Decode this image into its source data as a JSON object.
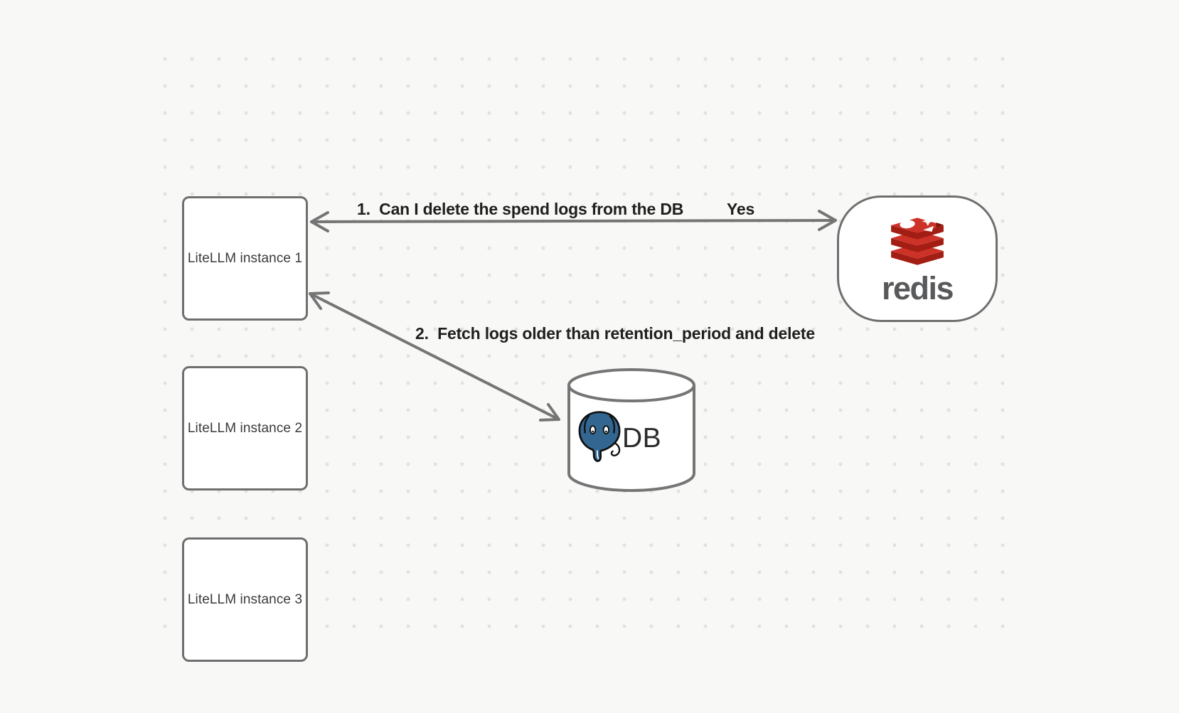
{
  "canvas": {
    "background_color": "#f8f8f6",
    "dot_color": "#e2e2e0"
  },
  "nodes": {
    "instances": [
      {
        "label": "LiteLLM instance 1"
      },
      {
        "label": "LiteLLM instance 2"
      },
      {
        "label": "LiteLLM instance 3"
      }
    ],
    "redis": {
      "wordmark": "redis"
    },
    "db": {
      "label": "DB"
    }
  },
  "edges": {
    "redis_edge": {
      "from": "LiteLLM instance 1",
      "to": "redis",
      "label": "1.  Can I delete the spend logs from the DB",
      "response": "Yes"
    },
    "db_edge": {
      "from": "LiteLLM instance 1",
      "to": "DB",
      "label": "2.  Fetch logs older than retention_period and delete"
    }
  },
  "colors": {
    "connector_gray": "#757575",
    "node_border_gray": "#6f6f6f",
    "edge_label_text": "#1f1f1f",
    "node_label_text": "#3a3a3a",
    "redis_red": "#cd3228",
    "redis_red_dark": "#a21d13",
    "redis_wordmark_gray": "#58595b",
    "postgres_blue": "#336791",
    "db_text": "#2b2b2b"
  }
}
